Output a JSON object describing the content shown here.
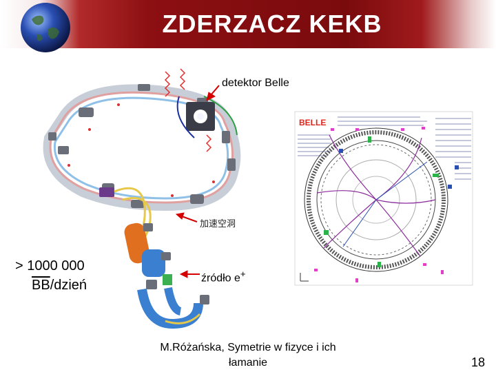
{
  "title": "ZDERZACZ KEKB",
  "labels": {
    "detector": "detektor Belle",
    "source": "źródło e",
    "source_sup": "+",
    "rate_line1": "> 1000 000",
    "rate_pair": "BB",
    "rate_rest": "/dzień",
    "accel_cavity": "加速空洞",
    "event_display": "BELLE"
  },
  "footer": {
    "line1": "M.Różańska, Symetrie w fizyce i ich",
    "line2": "łamanie"
  },
  "page_number": "18",
  "colors": {
    "title_bar": "#8c0f12",
    "title_text": "#ffffff",
    "arrow": "#d40000",
    "ring_outer": "#9aa6b8",
    "ring_inner": "#e0a0a0",
    "linac": "#e07020",
    "linac_blue": "#3a7fd0",
    "yellow_line": "#e6c84a"
  }
}
